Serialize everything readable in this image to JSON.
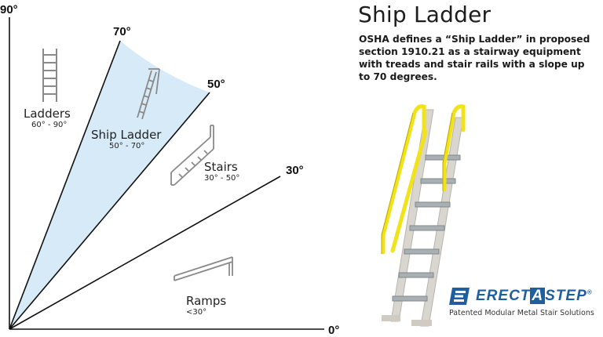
{
  "diagram": {
    "angles": {
      "a0": "0°",
      "a30": "30°",
      "a50": "50°",
      "a70": "70°",
      "a90": "90°"
    },
    "categories": [
      {
        "id": "ladders",
        "name": "Ladders",
        "range": "60° - 90°"
      },
      {
        "id": "ship-ladder",
        "name": "Ship Ladder",
        "range": "50° - 70°"
      },
      {
        "id": "stairs",
        "name": "Stairs",
        "range": "30° - 50°"
      },
      {
        "id": "ramps",
        "name": "Ramps",
        "range": "<30°"
      }
    ],
    "colors": {
      "highlight": "#d6ebf7",
      "line": "#111111",
      "icon": "#8a8a8a"
    }
  },
  "info": {
    "title": "Ship Ladder",
    "description": "OSHA defines a “Ship Ladder” in proposed section 1910.21 as a stairway equipment with treads and stair rails with a slope up to 70 degrees."
  },
  "brand": {
    "name_part1": "ERECT",
    "name_part2": "A",
    "name_part3": "STEP",
    "trademark": "®",
    "tagline": "Patented Modular Metal Stair Solutions",
    "colors": {
      "brand": "#1f5f9f",
      "rail": "#f2e21a",
      "frame": "#d9d6d0"
    }
  }
}
